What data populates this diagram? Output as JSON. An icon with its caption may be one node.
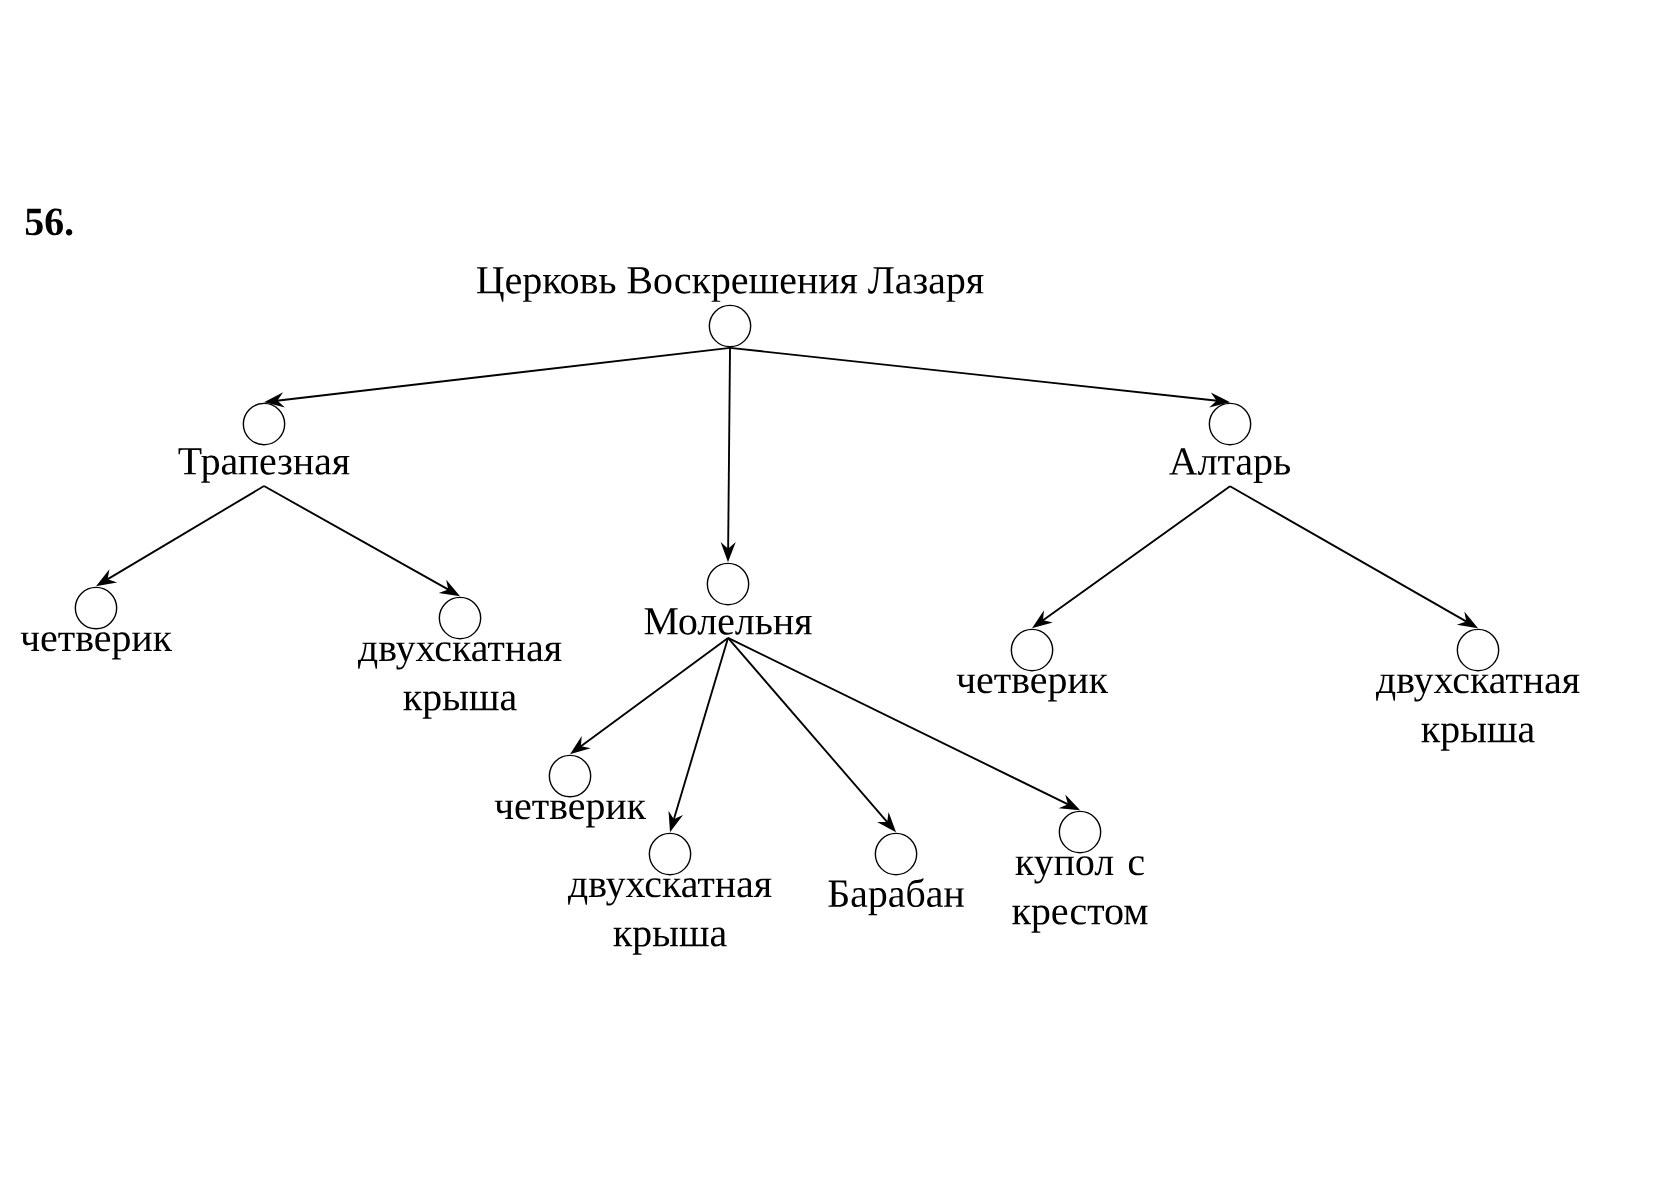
{
  "diagram": {
    "nodes": [
      {
        "text": [
          "Церковь Воскрешения Лазаря"
        ]
      },
      {
        "text": [
          "Трапезная"
        ]
      },
      {
        "text": [
          "Молельня"
        ]
      },
      {
        "text": [
          "Алтарь"
        ]
      },
      {
        "text": [
          "четверик"
        ]
      },
      {
        "text": [
          "двухскатная крыша"
        ]
      },
      {
        "text": [
          "четверик"
        ]
      },
      {
        "text": [
          "двухскатная крыша"
        ]
      },
      {
        "text": [
          "четверик"
        ]
      },
      {
        "text": [
          "двухскатная крыша"
        ]
      },
      {
        "text": [
          "Барабан"
        ]
      },
      {
        "text": [
          "купол с крестом"
        ]
      }
    ],
    "edges": [
      {
        "from": 0,
        "to": 1,
        "arrow": "to"
      },
      {
        "from": 0,
        "to": 2,
        "arrow": "to"
      },
      {
        "from": 0,
        "to": 3,
        "arrow": "to"
      },
      {
        "from": 1,
        "to": 4,
        "arrow": "to"
      },
      {
        "from": 1,
        "to": 5,
        "arrow": "to"
      },
      {
        "from": 3,
        "to": 6,
        "arrow": "to"
      },
      {
        "from": 3,
        "to": 7,
        "arrow": "to"
      },
      {
        "from": 2,
        "to": 8,
        "arrow": "to"
      },
      {
        "from": 2,
        "to": 9,
        "arrow": "to"
      },
      {
        "from": 2,
        "to": 10,
        "arrow": "to"
      },
      {
        "from": 2,
        "to": 11,
        "arrow": "to"
      }
    ],
    "labels": [
      "56."
    ]
  }
}
